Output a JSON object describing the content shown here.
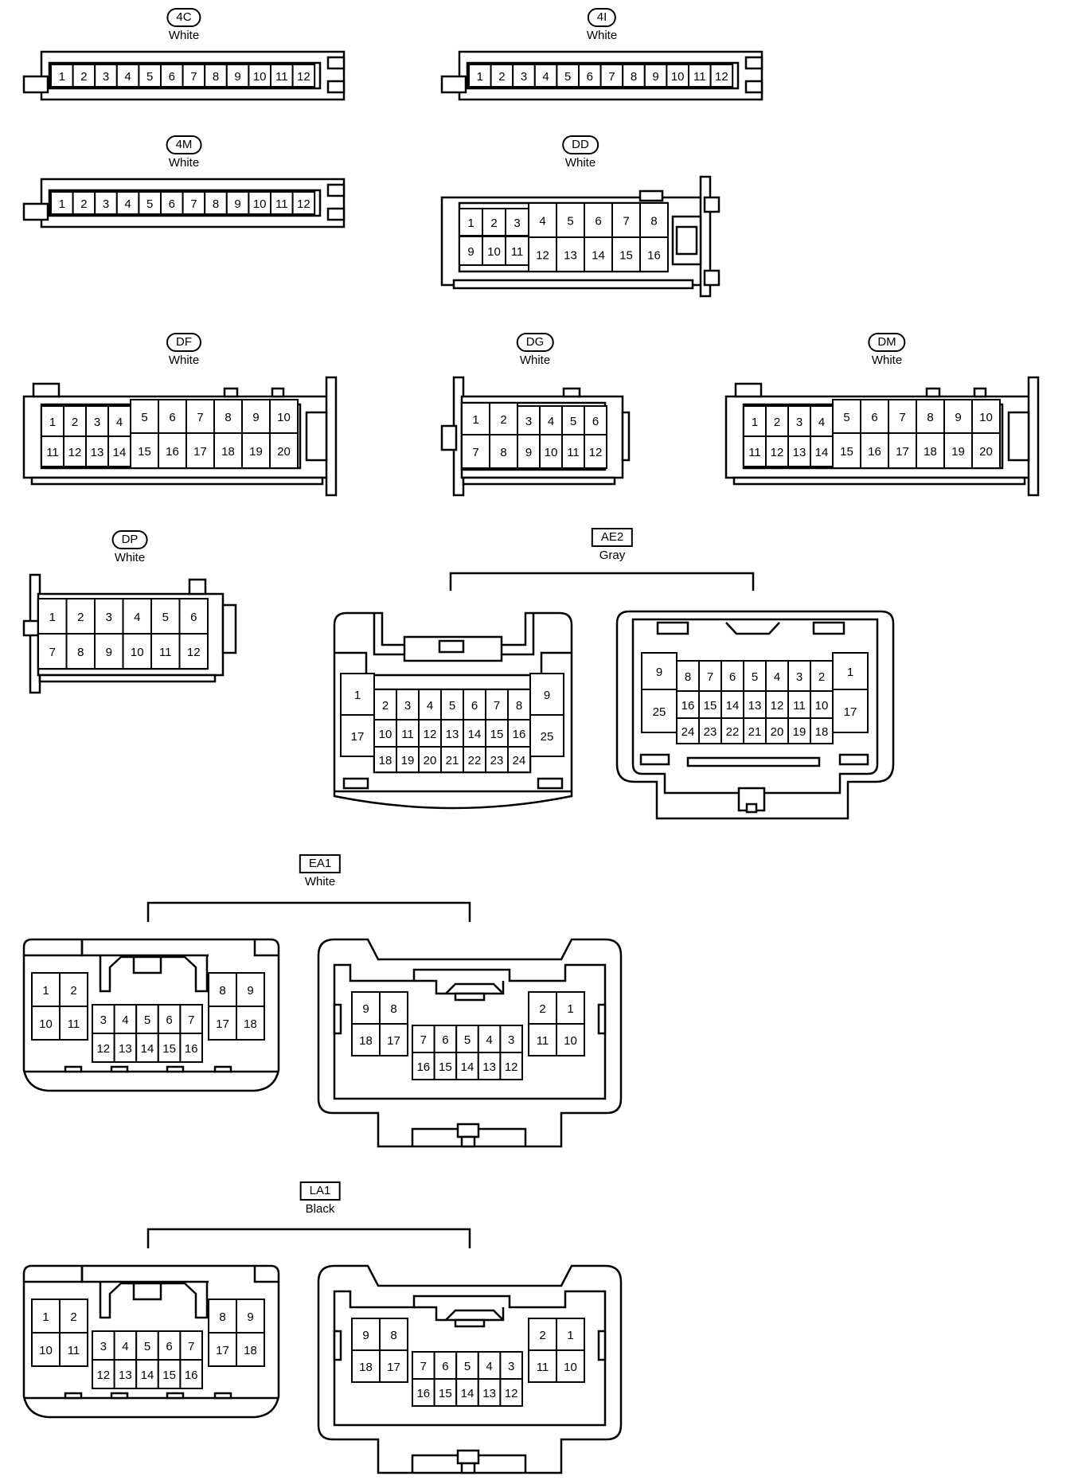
{
  "connectors": [
    {
      "id": "4C",
      "color": "White"
    },
    {
      "id": "4I",
      "color": "White"
    },
    {
      "id": "4M",
      "color": "White"
    },
    {
      "id": "DD",
      "color": "White"
    },
    {
      "id": "DF",
      "color": "White"
    },
    {
      "id": "DG",
      "color": "White"
    },
    {
      "id": "DM",
      "color": "White"
    },
    {
      "id": "DP",
      "color": "White"
    },
    {
      "id": "AE2",
      "color": "Gray"
    },
    {
      "id": "EA1",
      "color": "White"
    },
    {
      "id": "LA1",
      "color": "Black"
    }
  ],
  "pins": {
    "strip12": [
      "1",
      "2",
      "3",
      "4",
      "5",
      "6",
      "7",
      "8",
      "9",
      "10",
      "11",
      "12"
    ],
    "dd": [
      "1",
      "2",
      "3",
      "4",
      "5",
      "6",
      "7",
      "8",
      "9",
      "10",
      "11",
      "12",
      "13",
      "14",
      "15",
      "16"
    ],
    "df": [
      "1",
      "2",
      "3",
      "4",
      "5",
      "6",
      "7",
      "8",
      "9",
      "10",
      "11",
      "12",
      "13",
      "14",
      "15",
      "16",
      "17",
      "18",
      "19",
      "20"
    ],
    "dg": [
      "1",
      "2",
      "3",
      "4",
      "5",
      "6",
      "7",
      "8",
      "9",
      "10",
      "11",
      "12"
    ],
    "dp": [
      "1",
      "2",
      "3",
      "4",
      "5",
      "6",
      "7",
      "8",
      "9",
      "10",
      "11",
      "12"
    ],
    "ae2_left": [
      "1",
      "2",
      "3",
      "4",
      "5",
      "6",
      "7",
      "8",
      "9",
      "10",
      "11",
      "12",
      "13",
      "14",
      "15",
      "16",
      "17",
      "18",
      "19",
      "20",
      "21",
      "22",
      "23",
      "24",
      "25"
    ],
    "ae2_right": [
      "9",
      "8",
      "7",
      "6",
      "5",
      "4",
      "3",
      "2",
      "1",
      "25",
      "16",
      "15",
      "14",
      "13",
      "12",
      "11",
      "10",
      "17",
      "24",
      "23",
      "22",
      "21",
      "20",
      "19",
      "18"
    ],
    "ea1_left": [
      "1",
      "2",
      "10",
      "11",
      "3",
      "4",
      "5",
      "6",
      "7",
      "12",
      "13",
      "14",
      "15",
      "16",
      "8",
      "9",
      "17",
      "18"
    ],
    "ea1_right": [
      "9",
      "8",
      "18",
      "17",
      "7",
      "6",
      "5",
      "4",
      "3",
      "16",
      "15",
      "14",
      "13",
      "12",
      "2",
      "1",
      "11",
      "10"
    ]
  }
}
